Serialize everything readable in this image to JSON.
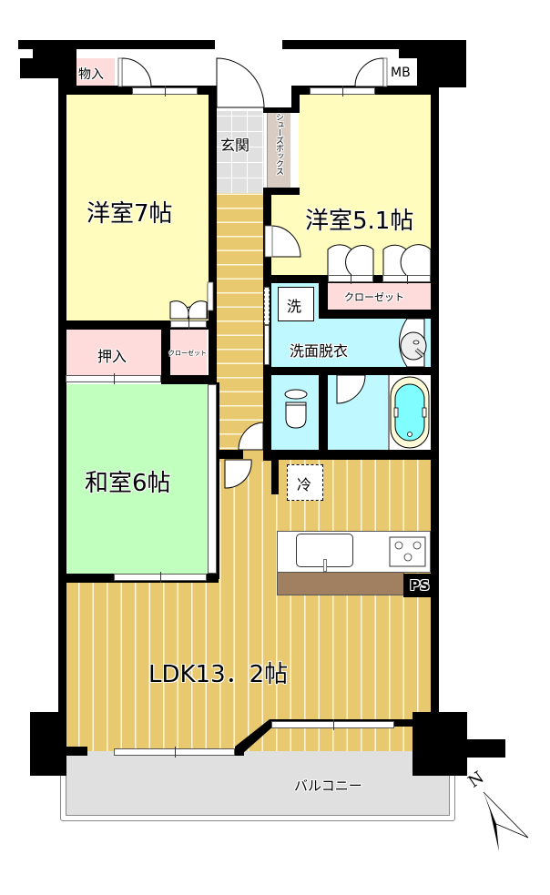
{
  "floorplan": {
    "rooms": {
      "western_room_1": {
        "label": "洋室7帖",
        "color": "#fffcbd"
      },
      "western_room_2": {
        "label": "洋室5.1帖",
        "color": "#fffcbd"
      },
      "japanese_room": {
        "label": "和室6帖",
        "color": "#c1ffbf"
      },
      "ldk": {
        "label": "LDK13．2帖",
        "color": "#e9c96f"
      },
      "entrance": {
        "label": "玄関",
        "color": "#e0e0e0"
      },
      "shoe_box": {
        "label": "シューズボックス",
        "color": "#d9cdc3"
      },
      "washroom": {
        "label": "洗面脱衣",
        "color": "#bff9ff"
      },
      "balcony": {
        "label": "バルコニー",
        "color": "#e0e0e0"
      }
    },
    "storage": {
      "storage_top": {
        "label": "物入",
        "color": "#ffdcdc"
      },
      "meter_box": {
        "label": "MB"
      },
      "oshiire": {
        "label": "押入",
        "color": "#ffdcdc"
      },
      "closet_small": {
        "label": "クローゼット",
        "color": "#ffdcdc"
      },
      "closet_right": {
        "label": "クローゼット",
        "color": "#ffdcdc"
      },
      "pipe_space": {
        "label": "PS"
      }
    },
    "fixtures": {
      "washing_machine": {
        "label": "洗"
      },
      "refrigerator": {
        "label": "冷"
      }
    },
    "compass": {
      "label": "N"
    },
    "colors": {
      "wall": "#000000",
      "hallway": "#e9c96f",
      "counter": "#a08060",
      "bath": "#7ffdff"
    }
  }
}
